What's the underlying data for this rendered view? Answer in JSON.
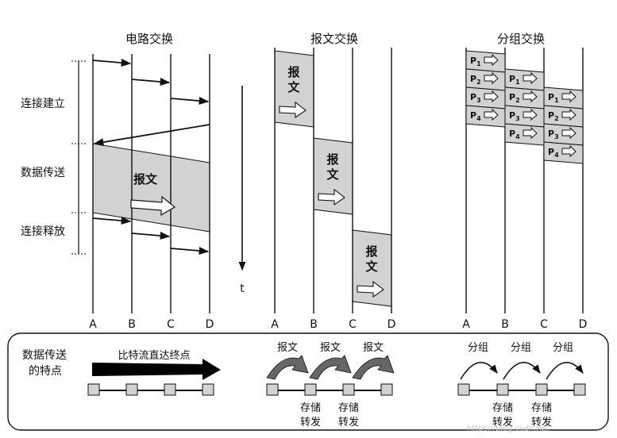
{
  "titles": {
    "circuit": "电路交换",
    "message": "报文交换",
    "packet": "分组交换"
  },
  "phases": [
    "连接建立",
    "数据传送",
    "连接释放"
  ],
  "nodes": [
    "A",
    "B",
    "C",
    "D"
  ],
  "time_label": "t",
  "message_block_label": "报文",
  "packets": [
    "P",
    "P",
    "P",
    "P"
  ],
  "packet_subs": [
    "1",
    "2",
    "3",
    "4"
  ],
  "bottom": {
    "feature_line1": "数据传送",
    "feature_line2": "的特点",
    "bitstream": "比特流直达终点",
    "message_hop_label": "报文",
    "packet_hop_label": "分组",
    "store_line1": "存储",
    "store_line2": "转发"
  },
  "watermark": "https://blog.csdn.net",
  "colors": {
    "grey_block": "#d2d2d2",
    "line": "#111111"
  }
}
